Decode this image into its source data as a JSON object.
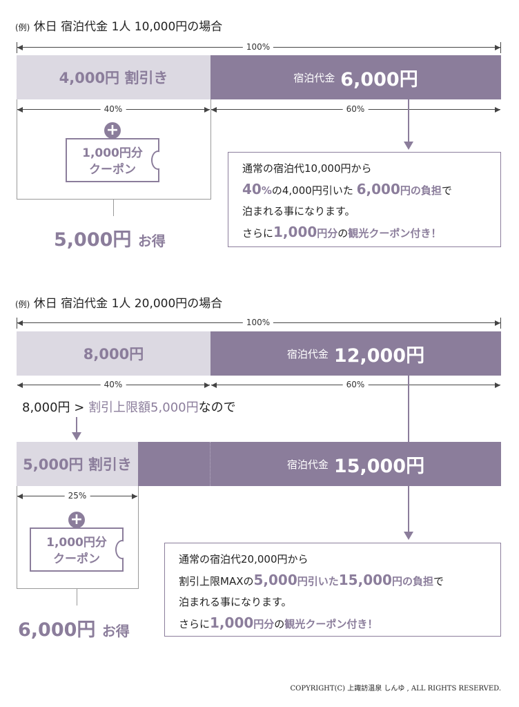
{
  "colors": {
    "accent": "#8b7d9b",
    "light_bar": "#dcd9e2",
    "dark_bar": "#8b7d9b"
  },
  "example1": {
    "title_prefix": "(例)",
    "title": "休日 宿泊代金 1人 10,000円の場合",
    "total_pct": "100%",
    "discount_label": "4,000円 割引き",
    "stay_label": "宿泊代金",
    "stay_amount": "6,000円",
    "left_pct": "40%",
    "right_pct": "60%",
    "coupon_line1": "1,000円分",
    "coupon_line2": "クーポン",
    "savings": "5,000円",
    "savings_suffix": "お得",
    "desc": {
      "l1": "通常の宿泊代10,000円から",
      "l2_hl1": "40",
      "l2_pct": "%",
      "l2_a": "の4,000円引いた ",
      "l2_hl2": "6,000",
      "l2_b": "円の負担",
      "l2_c": "で",
      "l3": "泊まれる事になります。",
      "l4_a": "さらに",
      "l4_hl": "1,000",
      "l4_b": "円分",
      "l4_c": "の",
      "l4_d": "観光クーポン付き！"
    }
  },
  "example2": {
    "title_prefix": "(例)",
    "title": "休日 宿泊代金 1人 20,000円の場合",
    "total_pct": "100%",
    "initial_discount": "8,000円",
    "stay_label": "宿泊代金",
    "initial_stay": "12,000円",
    "left_pct": "40%",
    "right_pct": "60%",
    "note_a": "8,000円 > ",
    "note_b": "割引上限額5,000円",
    "note_c": "なので",
    "discount_label": "5,000円 割引き",
    "final_stay": "15,000円",
    "coupon_pct": "25%",
    "coupon_line1": "1,000円分",
    "coupon_line2": "クーポン",
    "savings": "6,000円",
    "savings_suffix": "お得",
    "desc": {
      "l1": "通常の宿泊代20,000円から",
      "l2_a": "割引上限MAXの",
      "l2_hl1": "5,000",
      "l2_b": "円引いた",
      "l2_hl2": "15,000",
      "l2_c": "円の負担",
      "l2_d": "で",
      "l3": "泊まれる事になります。",
      "l4_a": "さらに",
      "l4_hl": "1,000",
      "l4_b": "円分",
      "l4_c": "の",
      "l4_d": "観光クーポン付き！"
    }
  },
  "copyright": "COPYRIGHT(C) 上諏訪温泉 しんゆ , ALL RIGHTS RESERVED."
}
